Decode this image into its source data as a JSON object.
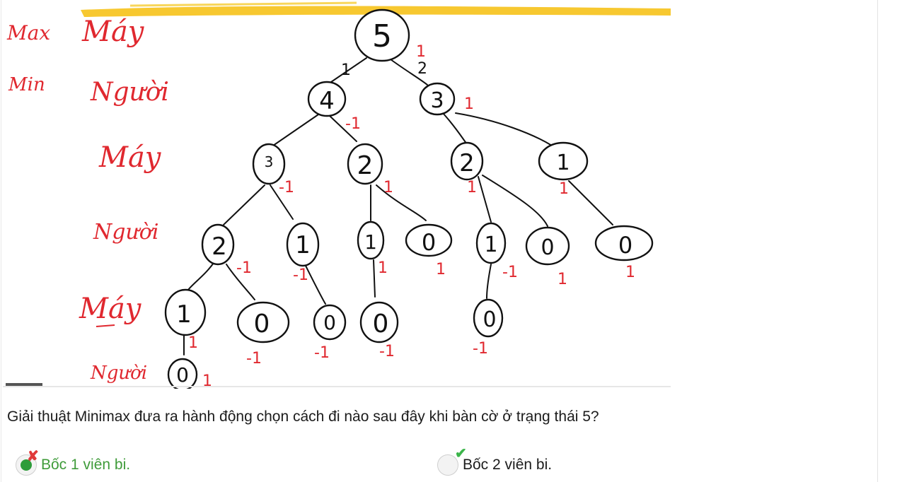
{
  "board": {
    "level_labels": [
      "Max",
      "Min"
    ],
    "row_labels": [
      "Máy",
      "Người",
      "Máy",
      "Người",
      "Máy",
      "Người"
    ],
    "root_edge_labels": [
      "1",
      "2"
    ],
    "root_score": "1",
    "nodes": [
      {
        "id": "n5",
        "label": "5"
      },
      {
        "id": "n4",
        "label": "4",
        "score": "-1"
      },
      {
        "id": "n3",
        "label": "3",
        "score": "1"
      },
      {
        "id": "n3b",
        "label": "3",
        "score": "-1"
      },
      {
        "id": "n2a",
        "label": "2",
        "score": "1"
      },
      {
        "id": "n2b",
        "label": "2",
        "score": "1"
      },
      {
        "id": "n1a",
        "label": "1",
        "score": "1"
      },
      {
        "id": "n2c",
        "label": "2",
        "score": "-1"
      },
      {
        "id": "n1b",
        "label": "1",
        "score": "-1"
      },
      {
        "id": "n1c",
        "label": "1",
        "score": "1"
      },
      {
        "id": "n0a",
        "label": "0",
        "score": "1"
      },
      {
        "id": "n1d",
        "label": "1",
        "score": "-1"
      },
      {
        "id": "n0b",
        "label": "0",
        "score": "1"
      },
      {
        "id": "n0c",
        "label": "0",
        "score": "1"
      },
      {
        "id": "n1e",
        "label": "1",
        "score": "1"
      },
      {
        "id": "n0d",
        "label": "0",
        "score": "-1"
      },
      {
        "id": "n0e",
        "label": "0",
        "score": "-1"
      },
      {
        "id": "n0f",
        "label": "0",
        "score": "-1"
      },
      {
        "id": "n0g",
        "label": "0",
        "score": "-1"
      },
      {
        "id": "n0h",
        "label": "0",
        "score": "1"
      }
    ]
  },
  "question": {
    "text": "Giải thuật Minimax đưa ra hành động chọn cách đi nào sau đây khi bàn cờ ở trạng thái 5?"
  },
  "options": [
    {
      "label": "Bốc 1 viên bi.",
      "selected": true,
      "result": "wrong",
      "color": "#3f9b3a"
    },
    {
      "label": "Bốc 2 viên bi.",
      "selected": false,
      "result": "correct",
      "color": "#1c1c1c"
    }
  ],
  "colors": {
    "ink": "#111111",
    "annotation": "#e0282f",
    "highlight": "#f6c21a",
    "correct": "#3bb54a",
    "wrong": "#e03a3a"
  },
  "icons": {
    "wrong": "cross-mark-icon",
    "correct": "check-mark-icon"
  }
}
